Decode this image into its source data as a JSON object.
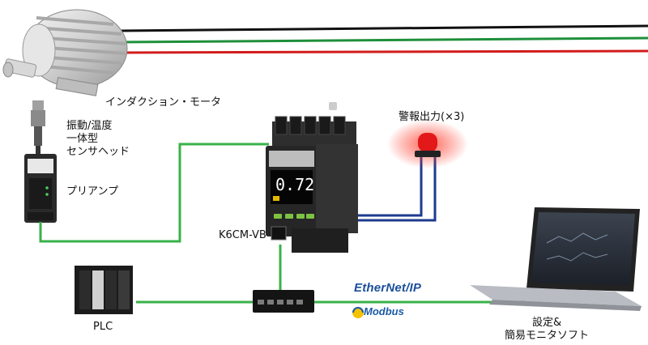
{
  "labels": {
    "motor": "インダクション・モータ",
    "sensor": [
      "振動/温度",
      "一体型",
      "センサヘッド"
    ],
    "preamp": "プリアンプ",
    "alarm": "警報出力(×3)",
    "device": "K6CM-VB",
    "plc": "PLC",
    "pc": [
      "設定&",
      "簡易モニタソフト"
    ]
  },
  "display_value": "0.72",
  "protocols": {
    "ethernet_ip": "EtherNet/IP",
    "modbus": "Modbus"
  },
  "colors": {
    "green_cable": "#38b24a",
    "blue_cable": "#1e3a8f",
    "red_wire": "#d21c1c",
    "black_wire": "#111111",
    "green_wire": "#1e8f3a"
  }
}
